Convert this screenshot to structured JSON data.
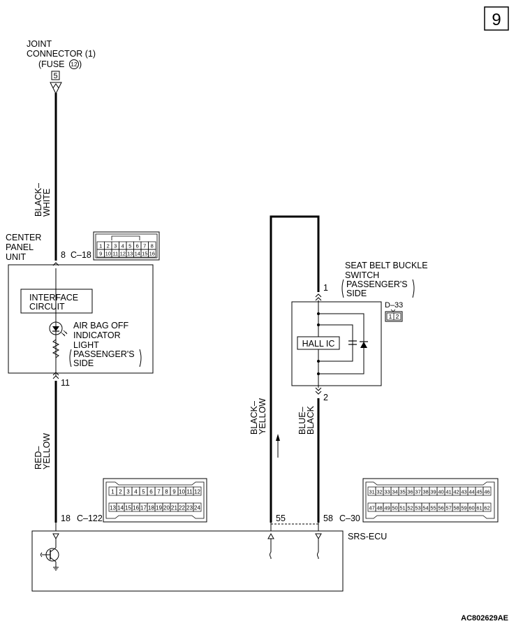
{
  "page_number": "9",
  "figure_id": "AC802629AE",
  "joint_connector": {
    "line1": "JOINT",
    "line2": "CONNECTOR (1)",
    "line3_prefix": "(FUSE",
    "fuse_number": "12",
    "line3_suffix": ")",
    "terminal": "5"
  },
  "wires": {
    "top_left": [
      "BLACK–",
      "WHITE"
    ],
    "mid_left": [
      "RED–",
      "YELLOW"
    ],
    "center": [
      "BLACK–",
      "YELLOW"
    ],
    "right": [
      "BLUE–",
      "BLACK"
    ]
  },
  "center_panel": {
    "title_lines": [
      "CENTER",
      "PANEL",
      "UNIT"
    ],
    "connector": "C–18",
    "pin_top": "8",
    "pin_bottom": "11",
    "connector_row1": [
      "1",
      "2",
      "3",
      "4",
      "5",
      "6",
      "7",
      "8"
    ],
    "connector_row2": [
      "9",
      "10",
      "11",
      "12",
      "13",
      "14",
      "15",
      "16"
    ],
    "interface_lines": [
      "INTERFACE",
      "CIRCUIT"
    ],
    "lamp_lines": [
      "AIR BAG OFF",
      "INDICATOR",
      "LIGHT",
      "PASSENGER'S",
      "SIDE"
    ]
  },
  "seat_belt": {
    "title_lines": [
      "SEAT BELT BUCKLE",
      "SWITCH",
      "PASSENGER'S",
      "SIDE"
    ],
    "connector": "D–33",
    "connector_pins": [
      "1",
      "2"
    ],
    "pin_top": "1",
    "pin_bottom": "2",
    "hall_ic": "HALL IC"
  },
  "srs_ecu": {
    "label": "SRS-ECU",
    "left_pin": "18",
    "left_connector": "C–122",
    "mid_pin": "55",
    "right_pin": "58",
    "right_connector": "C–30",
    "c122_row1": [
      "1",
      "2",
      "3",
      "4",
      "5",
      "6",
      "7",
      "8",
      "9",
      "10",
      "11",
      "12"
    ],
    "c122_row2": [
      "13",
      "14",
      "15",
      "16",
      "17",
      "18",
      "19",
      "20",
      "21",
      "22",
      "23",
      "24"
    ],
    "c30_row1": [
      "31",
      "32",
      "33",
      "34",
      "35",
      "36",
      "37",
      "38",
      "39",
      "40",
      "41",
      "42",
      "43",
      "44",
      "45",
      "46"
    ],
    "c30_row2": [
      "47",
      "48",
      "49",
      "50",
      "51",
      "52",
      "53",
      "54",
      "55",
      "56",
      "57",
      "58",
      "59",
      "60",
      "61",
      "62"
    ]
  }
}
